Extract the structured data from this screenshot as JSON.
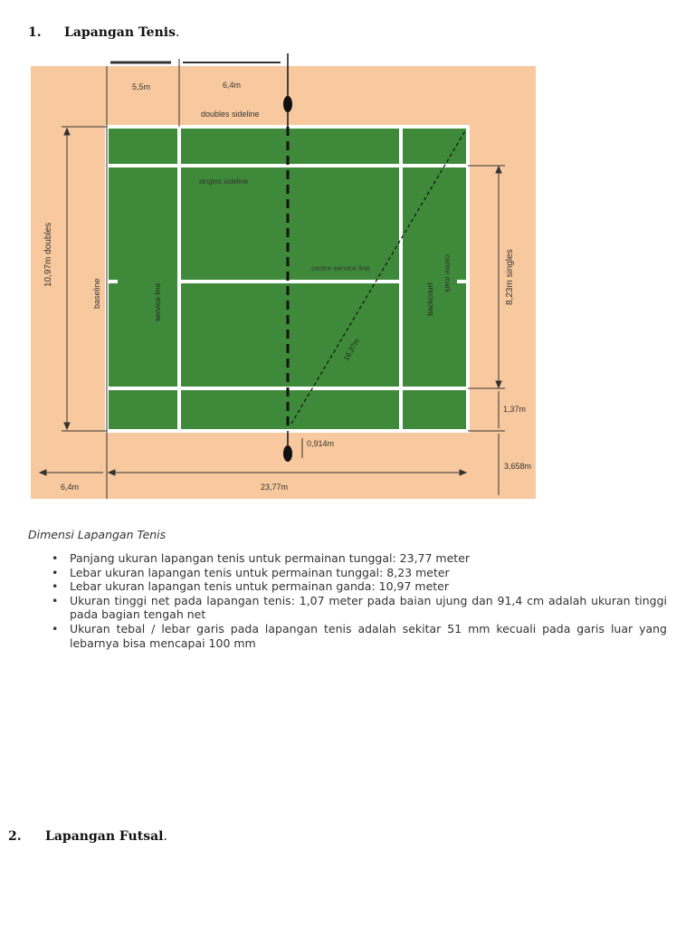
{
  "section1": {
    "number": "1.",
    "title": "Lapangan Tenis",
    "suffix": "."
  },
  "figure": {
    "labels": {
      "top_left": "5,5m",
      "top_mid": "6,4m",
      "doubles_sideline": "doubles sideline",
      "singles_sideline": "singles sideline",
      "centre_service_line": "centre service line",
      "centre_mark": "centre mark",
      "baseline": "baseline",
      "service_line": "service line",
      "backcourt": "backcourt",
      "doubles_width": "10,97m doubles",
      "singles_width": "8,23m singles",
      "diagonal": "16,37m",
      "alley": "1,37m",
      "net_height": "0,914m",
      "runoff": "3,658m",
      "bottom_left": "6,4m",
      "length": "23,77m"
    },
    "colors": {
      "surround": "#f8c99e",
      "court": "#3f8a3a",
      "lines": "#ffffff",
      "annotation": "#333333"
    }
  },
  "caption": "Dimensi Lapangan Tenis",
  "bullets": [
    "Panjang ukuran lapangan tenis untuk permainan tunggal: 23,77 meter",
    "Lebar ukuran lapangan tenis untuk permainan tunggal: 8,23 meter",
    "Lebar ukuran lapangan tenis untuk permainan ganda: 10,97 meter",
    "Ukuran tinggi net pada lapangan tenis: 1,07 meter pada baian ujung dan 91,4 cm adalah ukuran tinggi pada bagian tengah net",
    "Ukuran tebal / lebar garis pada lapangan tenis adalah sekitar 51 mm kecuali pada garis luar yang lebarnya bisa mencapai 100 mm"
  ],
  "section2": {
    "number": "2.",
    "title": "Lapangan Futsal",
    "suffix": "."
  }
}
